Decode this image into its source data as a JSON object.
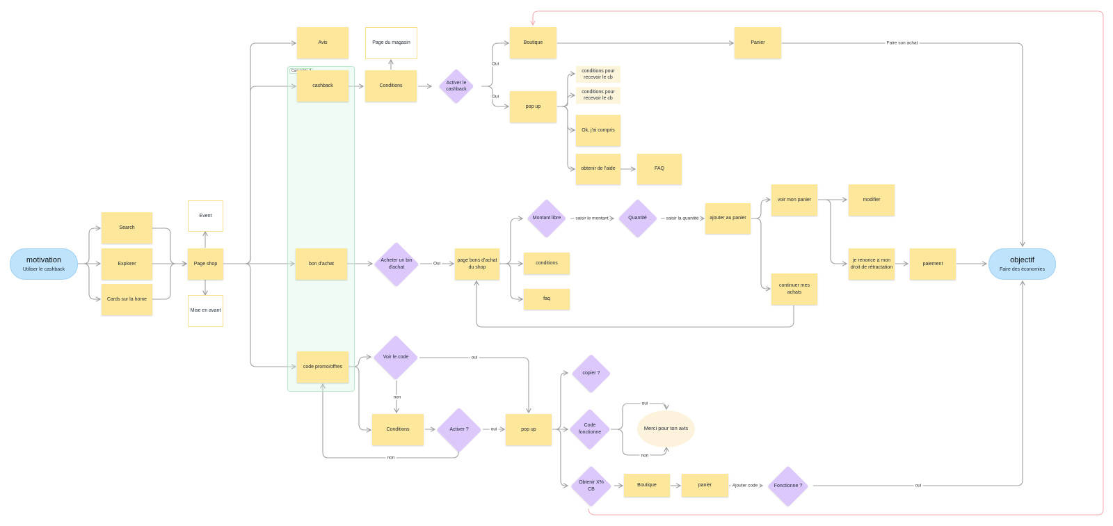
{
  "colors": {
    "sticky": "#fde79a",
    "decision": "#dcc8fb",
    "terminal": "#bfe3fb",
    "group": "#d2f4e0",
    "connector": "#a0a0a0",
    "loop": "#f5aeb0"
  },
  "group": {
    "tag": "Cumulable ?"
  },
  "nodes": {
    "motivation": {
      "title": "motivation",
      "subtitle": "Utiliser le cashback"
    },
    "search": "Search",
    "explorer": "Explorer",
    "cards_home": "Cards sur la home",
    "event": "Event",
    "page_shop": "Page shop",
    "mise_en_avant": "Mise en avant",
    "avis": "Avis",
    "cashback": "cashback",
    "bon_achat": "bon d'achat",
    "code_promo": "code promo/offres",
    "page_magasin": "Page du magasin",
    "conditions_cb": "Conditions",
    "activer_cashback": "Activer le cashback",
    "boutique_top": "Boutique",
    "panier_top": "Panier",
    "popup_top": "pop up",
    "cond_recevoir_1": "conditions pour recevoir le cb",
    "cond_recevoir_2": "conditions pour recevoir le cb",
    "ok_compris": "Ok, j'ai compris",
    "obtenir_aide": "obtenir de l'aide",
    "faq_top": "FAQ",
    "acheter_bon": "Acheter un bin d'achat",
    "page_bons": "page bons d'achat du shop",
    "montant_libre": "Montant libre",
    "quantite": "Quantité",
    "ajouter_panier": "ajouter au panier",
    "voir_panier": "voir mon panier",
    "modifier": "modifier",
    "renonce": "je renonce a mon droit de rétractation",
    "paiement": "paiement",
    "continuer": "continuer mes achats",
    "conditions_bon": "conditions",
    "faq_bon": "faq",
    "objectif": {
      "title": "objectif",
      "subtitle": "Faire des économies"
    },
    "voir_code": "Voir le code",
    "conditions_promo": "Conditions",
    "activer_q": "Activer ?",
    "popup_promo": "pop up",
    "copier": "copier ?",
    "code_fonctionne": "Code fonctionne",
    "merci": "Merci pour ton avis",
    "obtenir_cb": "Obtenir X% CB",
    "boutique_bottom": "Boutique",
    "panier_bottom": "panier",
    "fonctionne_q": "Fonctionne ?"
  },
  "edge_labels": {
    "oui_boutique": "Oui",
    "oui_popup": "Oui",
    "faire_achat": "Faire son achat",
    "oui_bon": "Oui",
    "saisir_montant": "saisir le montant",
    "saisir_quantite": "saisir la quantité",
    "oui_voir_code": "oui",
    "non_voir_code": "non",
    "oui_activer": "oui",
    "non_activer": "non",
    "oui_merci": "oui",
    "non_merci": "non",
    "ajouter_code": "Ajouter code",
    "oui_fonctionne": "oui"
  }
}
